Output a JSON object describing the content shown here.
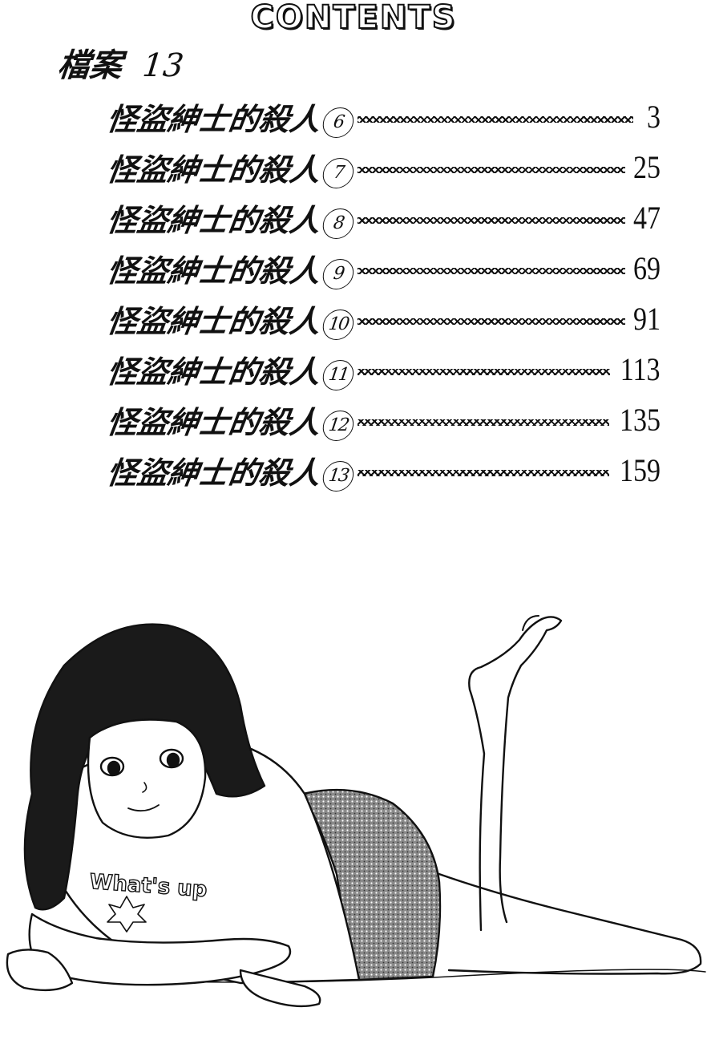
{
  "header": {
    "title": "CONTENTS"
  },
  "volume": {
    "label": "檔案",
    "number": "13"
  },
  "toc": [
    {
      "title": "怪盜紳士的殺人",
      "chapter": "6",
      "page": "3"
    },
    {
      "title": "怪盜紳士的殺人",
      "chapter": "7",
      "page": "25"
    },
    {
      "title": "怪盜紳士的殺人",
      "chapter": "8",
      "page": "47"
    },
    {
      "title": "怪盜紳士的殺人",
      "chapter": "9",
      "page": "69"
    },
    {
      "title": "怪盜紳士的殺人",
      "chapter": "10",
      "page": "91"
    },
    {
      "title": "怪盜紳士的殺人",
      "chapter": "11",
      "page": "113"
    },
    {
      "title": "怪盜紳士的殺人",
      "chapter": "12",
      "page": "135"
    },
    {
      "title": "怪盜紳士的殺人",
      "chapter": "13",
      "page": "159"
    }
  ],
  "illustration": {
    "shirt_text": "What's up"
  }
}
